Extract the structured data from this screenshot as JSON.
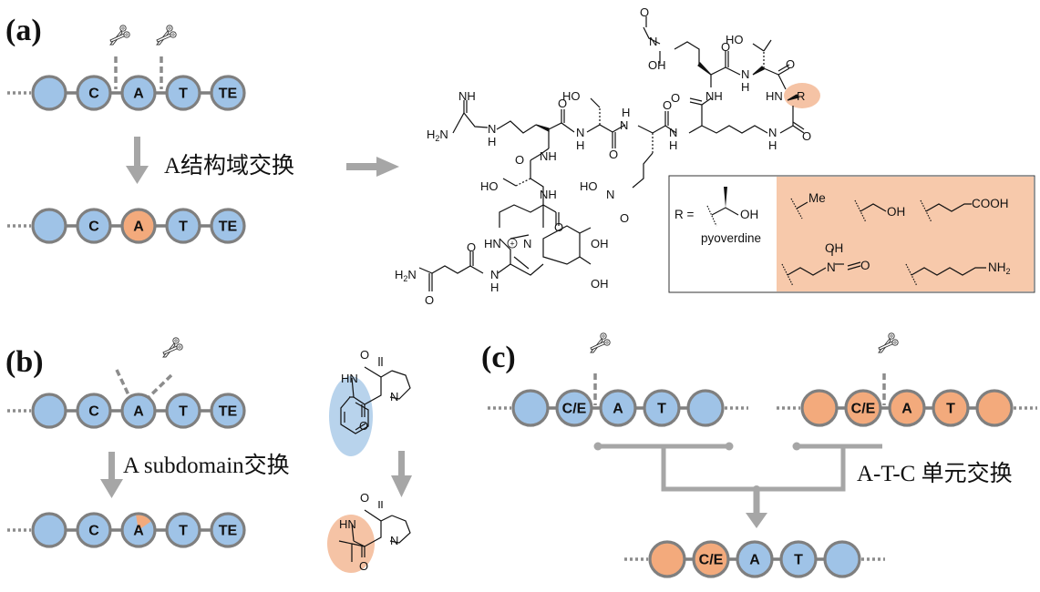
{
  "colors": {
    "domain_blue": "#9fc3e7",
    "domain_orange": "#f3aa7c",
    "domain_stroke": "#7f7f7f",
    "arrow_gray": "#a6a6a6",
    "highlight_blue": "#b8d3ec",
    "highlight_orange": "#f5c3a5",
    "box_orange": "#f7c9ab"
  },
  "panel_a": {
    "label": "(a)",
    "top_chain": [
      {
        "label": "",
        "color": "blue"
      },
      {
        "label": "C",
        "color": "blue"
      },
      {
        "label": "A",
        "color": "blue"
      },
      {
        "label": "T",
        "color": "blue"
      },
      {
        "label": "TE",
        "color": "blue"
      }
    ],
    "bottom_chain": [
      {
        "label": "",
        "color": "blue"
      },
      {
        "label": "C",
        "color": "blue"
      },
      {
        "label": "A",
        "color": "orange"
      },
      {
        "label": "T",
        "color": "blue"
      },
      {
        "label": "TE",
        "color": "blue"
      }
    ],
    "swap_label": "A结构域交换",
    "cut_icons": [
      "scissors-icon",
      "scissors-icon"
    ]
  },
  "structure": {
    "atoms": {
      "nh": "NH",
      "h2n": "H2N",
      "n": "N",
      "h": "H",
      "o": "O",
      "ho": "HO",
      "oh": "OH",
      "r": "R",
      "hn": "HN",
      "h2n_amide": "H2N"
    },
    "r_box": {
      "prefix": "R =",
      "native_label": "pyoverdine",
      "native_group": "OH",
      "variants": [
        "Me",
        "OH",
        "COOH",
        "OH",
        "N",
        "O",
        "NH2"
      ]
    }
  },
  "panel_b": {
    "label": "(b)",
    "top_chain": [
      {
        "label": "",
        "color": "blue"
      },
      {
        "label": "C",
        "color": "blue"
      },
      {
        "label": "A",
        "color": "blue"
      },
      {
        "label": "T",
        "color": "blue"
      },
      {
        "label": "TE",
        "color": "blue"
      }
    ],
    "bottom_chain": [
      {
        "label": "",
        "color": "blue"
      },
      {
        "label": "C",
        "color": "blue"
      },
      {
        "label": "A",
        "color": "blue",
        "wedge": "orange"
      },
      {
        "label": "T",
        "color": "blue"
      },
      {
        "label": "TE",
        "color": "blue"
      }
    ],
    "swap_label": "A subdomain交换",
    "mol_atoms": {
      "o": "O",
      "hn": "HN",
      "n": "N"
    }
  },
  "panel_c": {
    "label": "(c)",
    "left_chain": [
      {
        "label": "",
        "color": "blue"
      },
      {
        "label": "C/E",
        "color": "blue"
      },
      {
        "label": "A",
        "color": "blue"
      },
      {
        "label": "T",
        "color": "blue"
      },
      {
        "label": "",
        "color": "blue"
      }
    ],
    "right_chain": [
      {
        "label": "",
        "color": "orange"
      },
      {
        "label": "C/E",
        "color": "orange"
      },
      {
        "label": "A",
        "color": "orange"
      },
      {
        "label": "T",
        "color": "orange"
      },
      {
        "label": "",
        "color": "orange"
      }
    ],
    "result_chain": [
      {
        "label": "",
        "color": "orange"
      },
      {
        "label": "C/E",
        "color": "orange"
      },
      {
        "label": "A",
        "color": "blue"
      },
      {
        "label": "T",
        "color": "blue"
      },
      {
        "label": "",
        "color": "blue"
      }
    ],
    "swap_label": "A-T-C 单元交换"
  }
}
